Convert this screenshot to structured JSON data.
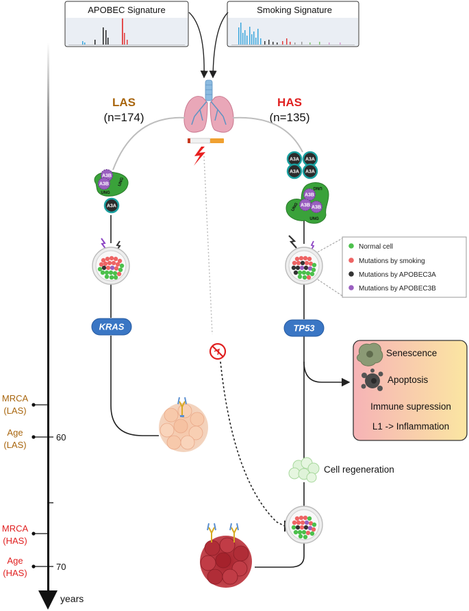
{
  "signatures": {
    "apobec": "APOBEC Signature",
    "smoking": "Smoking Signature"
  },
  "cohorts": {
    "las": {
      "name": "LAS",
      "count": "(n=174)",
      "gene": "KRAS",
      "color": "#a8650d"
    },
    "has": {
      "name": "HAS",
      "count": "(n=135)",
      "gene": "TP53",
      "color": "#e02020"
    }
  },
  "enzymes": {
    "a3a": "A3A",
    "a3b": "A3B",
    "ung": "UNG"
  },
  "legend": [
    {
      "label": "Normal cell",
      "color": "#4cc04c"
    },
    {
      "label": "Mutations by smoking",
      "color": "#ee6464"
    },
    {
      "label": "Mutations by APOBEC3A",
      "color": "#333333"
    },
    {
      "label": "Mutations by APOBEC3B",
      "color": "#9a5fc0"
    }
  ],
  "effects": {
    "senescence": "Senescence",
    "apoptosis": "Apoptosis",
    "immune": "Immune supression",
    "l1": "L1 -> Inflammation"
  },
  "regeneration": "Cell regeneration",
  "timeline": {
    "mrca_las": [
      "MRCA",
      "(LAS)"
    ],
    "age_las": [
      "Age",
      "(LAS)"
    ],
    "tick_60": "60",
    "mrca_has": [
      "MRCA",
      "(HAS)"
    ],
    "age_has": [
      "Age",
      "(HAS)"
    ],
    "tick_70": "70",
    "unit": "years",
    "las_color": "#a8650d",
    "has_color": "#e02020"
  }
}
